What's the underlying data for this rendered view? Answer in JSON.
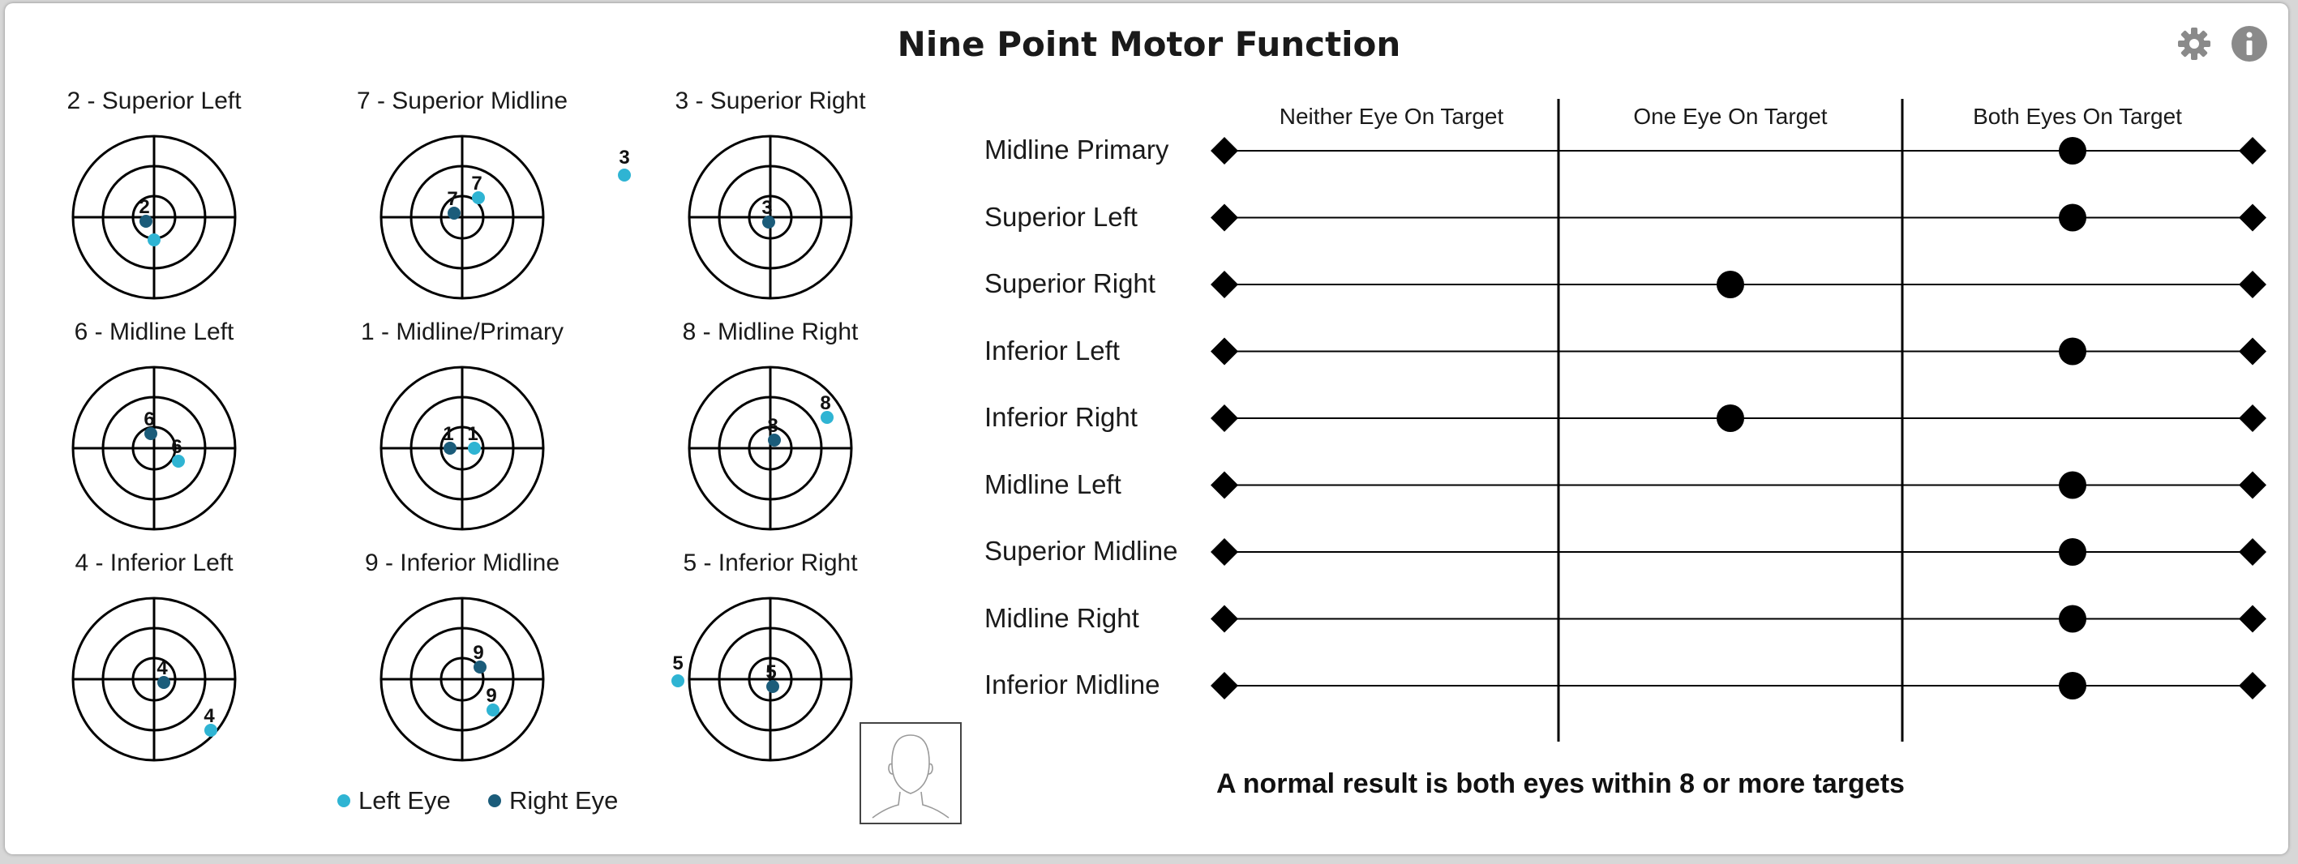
{
  "title": "Nine Point Motor Function",
  "colors": {
    "left_eye": "#2fb4d3",
    "right_eye": "#1b5c7a"
  },
  "icons": {
    "settings": "gear-icon",
    "info": "info-icon",
    "head": "head-outline-icon"
  },
  "targets": [
    {
      "name": "2 - Superior Left",
      "num": "2",
      "left_eye": [
        0,
        -0.28
      ],
      "right_eye": [
        -0.1,
        -0.05
      ],
      "left_label": "",
      "right_label": "2"
    },
    {
      "name": "7 - Superior Midline",
      "num": "7",
      "left_eye": [
        0.2,
        0.24
      ],
      "right_eye": [
        -0.1,
        0.05
      ],
      "left_label": "7",
      "right_label": "7"
    },
    {
      "name": "3 - Superior Right",
      "num": "3",
      "left_eye": null,
      "right_eye": [
        -0.02,
        -0.06
      ],
      "left_label": "",
      "right_label": "3",
      "outside_label": "3"
    },
    {
      "name": "6 - Midline Left",
      "num": "6",
      "left_eye": [
        0.3,
        -0.16
      ],
      "right_eye": [
        -0.04,
        0.18
      ],
      "left_label": "6",
      "right_label": "6"
    },
    {
      "name": "1 - Midline/Primary",
      "num": "1",
      "left_eye": [
        0.15,
        0.0
      ],
      "right_eye": [
        -0.15,
        0.0
      ],
      "left_label": "1",
      "right_label": "1"
    },
    {
      "name": "8 - Midline Right",
      "num": "8",
      "left_eye": [
        0.7,
        0.38
      ],
      "right_eye": [
        0.05,
        0.1
      ],
      "left_label": "8",
      "right_label": "8"
    },
    {
      "name": "4 - Inferior Left",
      "num": "4",
      "left_eye": [
        0.7,
        -0.63
      ],
      "right_eye": [
        0.12,
        -0.04
      ],
      "left_label": "4",
      "right_label": "4"
    },
    {
      "name": "9 - Inferior Midline",
      "num": "9",
      "left_eye": [
        0.38,
        -0.38
      ],
      "right_eye": [
        0.22,
        0.15
      ],
      "left_label": "9",
      "right_label": "9"
    },
    {
      "name": "5 - Inferior Right",
      "num": "5",
      "left_eye": null,
      "right_eye": [
        0.03,
        -0.09
      ],
      "left_label": "",
      "right_label": "5",
      "outside_label": "5"
    }
  ],
  "legend": {
    "left": "Left Eye",
    "right": "Right Eye"
  },
  "chart_data": {
    "type": "scatter",
    "columns": [
      "Neither Eye On Target",
      "One Eye On Target",
      "Both Eyes On Target"
    ],
    "rows": [
      {
        "label": "Midline Primary",
        "value": "Both Eyes On Target"
      },
      {
        "label": "Superior Left",
        "value": "Both Eyes On Target"
      },
      {
        "label": "Superior Right",
        "value": "One Eye On Target"
      },
      {
        "label": "Inferior Left",
        "value": "Both Eyes On Target"
      },
      {
        "label": "Inferior Right",
        "value": "One Eye On Target"
      },
      {
        "label": "Midline Left",
        "value": "Both Eyes On Target"
      },
      {
        "label": "Superior Midline",
        "value": "Both Eyes On Target"
      },
      {
        "label": "Midline Right",
        "value": "Both Eyes On Target"
      },
      {
        "label": "Inferior Midline",
        "value": "Both Eyes On Target"
      }
    ]
  },
  "note": "A normal result is both eyes within 8 or more targets"
}
